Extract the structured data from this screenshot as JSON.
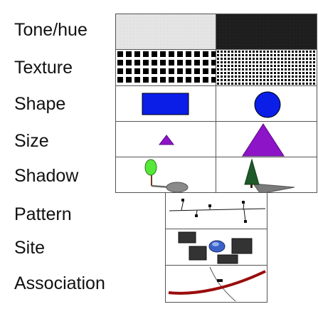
{
  "rows": [
    {
      "label": "Tone/hue"
    },
    {
      "label": "Texture"
    },
    {
      "label": "Shape"
    },
    {
      "label": "Size"
    },
    {
      "label": "Shadow"
    },
    {
      "label": "Pattern"
    },
    {
      "label": "Site"
    },
    {
      "label": "Association"
    }
  ],
  "colors": {
    "light_tone": "#e6e6e6",
    "dark_tone": "#1b1b1b",
    "shape_blue": "#0a1ee8",
    "size_purple": "#8d14c7",
    "tree_green": "#55e838",
    "dark_tree": "#1f5a2a",
    "shadow_gray": "#8a8a8a",
    "road_red": "#9a0c0c",
    "building_dark": "#333333"
  }
}
